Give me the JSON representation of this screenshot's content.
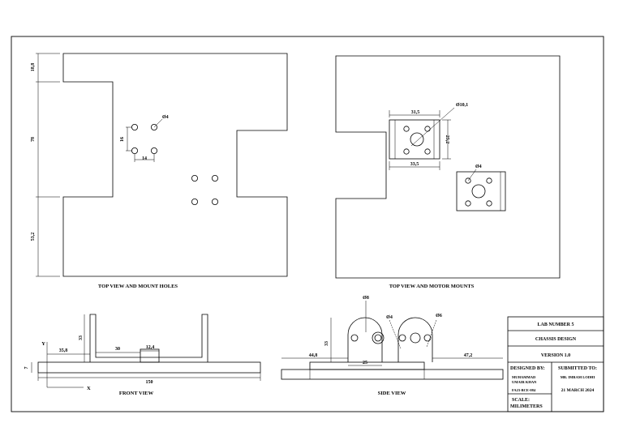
{
  "views": {
    "top_mount_holes": {
      "caption": "TOP VIEW AND MOUNT HOLES",
      "dims": {
        "d1": "18,8",
        "d2": "78",
        "d3": "53,2",
        "hole_dia": "Ø4",
        "spacing_v": "16",
        "spacing_h": "14"
      }
    },
    "top_motor_mounts": {
      "caption": "TOP VIEW AND MOTOR MOUNTS",
      "dims": {
        "top_w": "31,5",
        "bore": "Ø10,1",
        "height": "25,2",
        "bottom_w": "33,5",
        "hole_dia": "Ø4"
      }
    },
    "front": {
      "caption": "FRONT VIEW",
      "dims": {
        "axis_y": "Y",
        "axis_x": "X",
        "offset": "35,8",
        "wall_h": "33",
        "gap": "30",
        "block_w": "12,4",
        "thick": "7",
        "length": "150"
      }
    },
    "side": {
      "caption": "SIDE VIEW",
      "dims": {
        "dia_top": "Ø8",
        "dia_left": "Ø4",
        "dia_right": "Ø6",
        "height": "33",
        "left_off": "44,8",
        "mid": "25",
        "right_off": "47,2"
      }
    }
  },
  "title_block": {
    "lab": "LAB NUMBER 5",
    "title": "CHASSIS DESIGN",
    "version": "VERSION 1.0",
    "designed_by_label": "DESIGNED BY:",
    "designer_line1": "MUHAMMAD",
    "designer_line2": "UMAIR KHAN",
    "reg_no": "FA23-BCE-084",
    "submitted_to_label": "SUBMITTED TO:",
    "submitted_to": "MR. IMRAM LODHI",
    "date": "21 MARCH 2024",
    "scale_label": "SCALE:",
    "scale_value": "MILIMETERS"
  }
}
